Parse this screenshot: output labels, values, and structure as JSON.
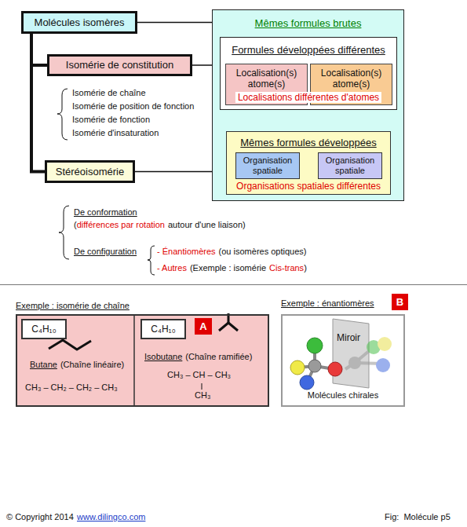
{
  "diagram": {
    "nodes": [
      {
        "text": [
          "Molécules isomères"
        ]
      },
      {
        "text": [
          "Isomérie de constitution"
        ]
      },
      {
        "text": [
          "Stéréoisomérie"
        ]
      },
      {
        "text": [
          "Mêmes formules brutes"
        ]
      },
      {
        "text": [
          "Formules développées différentes",
          "Localisations différentes d'atomes"
        ],
        "in": 3
      },
      {
        "text": [
          "Localisation(s) atome(s)"
        ],
        "in": 4
      },
      {
        "text": [
          "Localisation(s) atome(s)"
        ],
        "in": 4
      },
      {
        "text": [
          "Mêmes formules développées",
          "Organisations spatiales différentes"
        ],
        "in": 3
      },
      {
        "text": [
          "Organisation spatiale"
        ],
        "in": 7
      },
      {
        "text": [
          "Organisation spatiale"
        ],
        "in": 7
      },
      {
        "text": [
          "Exemple : isomérie de chaîne"
        ]
      },
      {
        "text": [
          "C₄H₁₀"
        ],
        "in": 10
      },
      {
        "text": [
          "C₄H₁₀"
        ],
        "in": 10
      },
      {
        "text": [
          "A"
        ],
        "in": 10
      },
      {
        "text": [
          "Exemple : énantiomères",
          "Molécules chirales"
        ]
      },
      {
        "text": [
          "B"
        ]
      }
    ],
    "edges": [
      {
        "from": 0,
        "to": 1,
        "arrow": "none"
      },
      {
        "from": 0,
        "to": 2,
        "arrow": "none"
      },
      {
        "from": 0,
        "to": 3,
        "arrow": "none"
      },
      {
        "from": 1,
        "to": 4,
        "arrow": "none"
      },
      {
        "from": 2,
        "to": 7,
        "arrow": "none"
      }
    ],
    "labels": [
      "Isomérie de chaîne",
      "Isomérie de position de fonction",
      "Isomérie de fonction",
      "Isomérie d'insaturation",
      "De conformation",
      "(",
      "différences par rotation",
      "autour d'une liaison)",
      "De configuration",
      "- Énantiomères",
      "(ou isomères optiques)",
      "- Autres",
      "(Exemple : isomérie",
      "Cis-trans",
      ")",
      "Butane",
      "(Chaîne linéaire)",
      "CH₃ – CH₂ – CH₂ – CH₃",
      "Isobutane",
      "(Chaîne ramifiée)",
      "CH₃ – CH – CH₃",
      "CH₃",
      "Miroir",
      "© Copyright 2014",
      "www.dilingco.com",
      "Fig:  Molécule p5"
    ]
  }
}
